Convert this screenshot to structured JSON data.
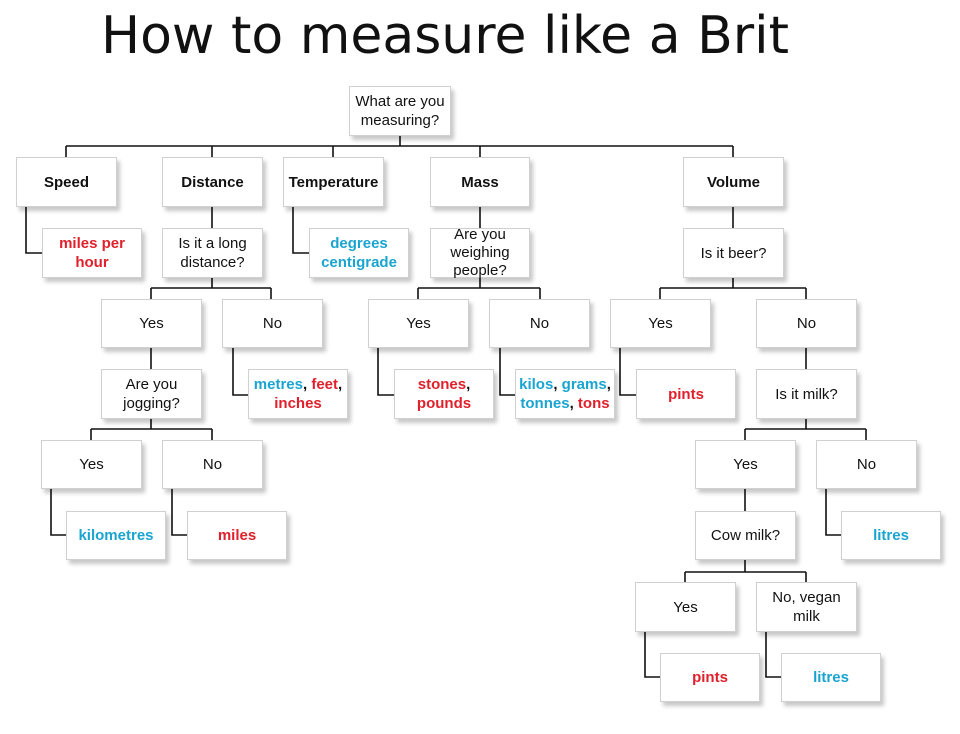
{
  "title": "How to measure like a Brit",
  "nodes": {
    "root": "What are you measuring?",
    "speed": "Speed",
    "distance": "Distance",
    "temperature": "Temperature",
    "mass": "Mass",
    "volume": "Volume",
    "speed_answer": "miles per hour",
    "long_distance_q": "Is it a long distance?",
    "temperature_answer": "degrees centigrade",
    "weighing_people_q": "Are you weighing people?",
    "beer_q": "Is it beer?",
    "dist_yes": "Yes",
    "dist_no": "No",
    "mass_yes": "Yes",
    "mass_no": "No",
    "beer_yes": "Yes",
    "beer_no": "No",
    "jogging_q": "Are you jogging?",
    "dist_no_answer": {
      "a": "metres",
      "sep1": ", ",
      "b": "feet",
      "sep2": ",",
      "c": "inches"
    },
    "mass_yes_answer": {
      "a": "stones",
      "sep1": ",",
      "b": "pounds"
    },
    "mass_no_answer": {
      "a": "kilos",
      "sep1": ", ",
      "b": "grams",
      "sep2": ",",
      "c": "tonnes",
      "sep3": ", ",
      "d": "tons"
    },
    "beer_yes_answer": "pints",
    "milk_q": "Is it milk?",
    "jog_yes": "Yes",
    "jog_no": "No",
    "milk_yes": "Yes",
    "milk_no": "No",
    "jog_yes_answer": "kilometres",
    "jog_no_answer": "miles",
    "cow_q": "Cow milk?",
    "milk_no_answer": "litres",
    "cow_yes": "Yes",
    "cow_no": "No, vegan milk",
    "cow_yes_answer": "pints",
    "cow_no_answer": "litres"
  },
  "colors": {
    "imperial": "#e0202b",
    "metric": "#1aa4d0",
    "line": "#111111"
  }
}
